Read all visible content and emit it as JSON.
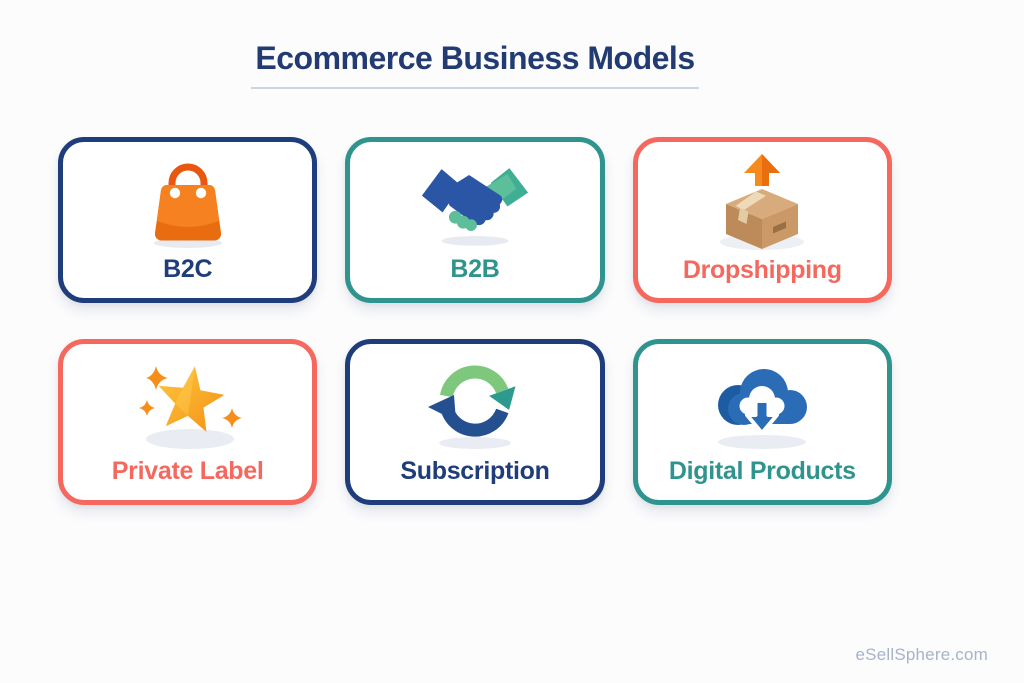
{
  "page": {
    "title": "Ecommerce Business Models",
    "watermark": "eSellSphere.com"
  },
  "colors": {
    "navy": "#1f3d7b",
    "teal": "#2f948d",
    "coral": "#f5685e",
    "title_text": "#223b72",
    "underline": "#ccd5e2",
    "watermark_text": "#a7b3c9",
    "background": "#fcfcfd",
    "card_background": "#ffffff",
    "bag_orange": "#f68120",
    "bag_orange_dark": "#ea6c10",
    "handshake_blue": "#2b55a5",
    "handshake_green": "#5cbf99",
    "box_brown": "#c89968",
    "arrow_orange": "#f68a1e",
    "star_gold": "#ffc83d",
    "star_orange": "#f39016",
    "refresh_green": "#7dc87d",
    "refresh_teal": "#2c9a8f",
    "refresh_blue": "#24508f",
    "cloud_blue": "#2a6db6"
  },
  "cards": [
    {
      "label": "B2C",
      "icon": "shopping-bag-icon",
      "accent": "navy"
    },
    {
      "label": "B2B",
      "icon": "handshake-icon",
      "accent": "teal"
    },
    {
      "label": "Dropshipping",
      "icon": "box-up-arrow-icon",
      "accent": "coral"
    },
    {
      "label": "Private Label",
      "icon": "star-sparkles-icon",
      "accent": "coral"
    },
    {
      "label": "Subscription",
      "icon": "refresh-arrows-icon",
      "accent": "navy"
    },
    {
      "label": "Digital Products",
      "icon": "cloud-download-icon",
      "accent": "teal"
    }
  ]
}
